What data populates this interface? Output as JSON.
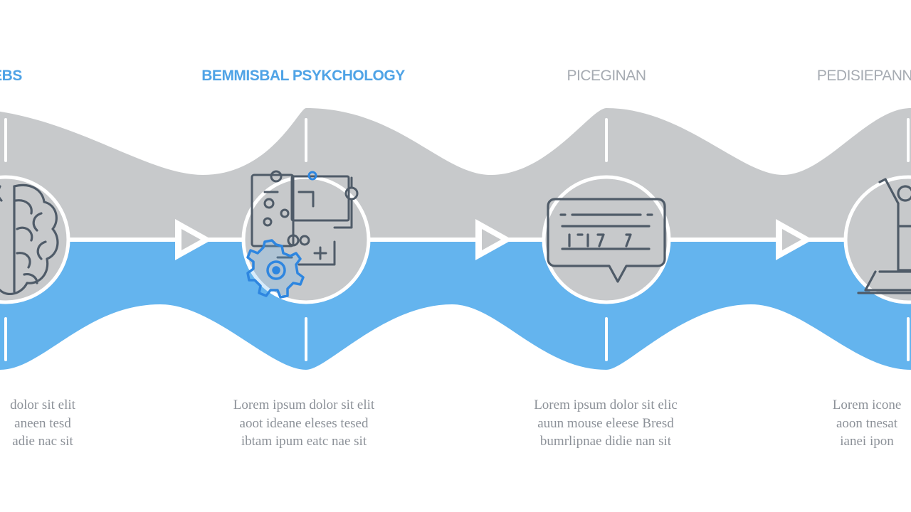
{
  "colors": {
    "gray_band": "#c7c9cb",
    "blue_band": "#64b4ee",
    "node_fill": "#c7c9cb",
    "icon_stroke": "#4f5b68",
    "accent_blue": "#2e86e0",
    "heading_blue": "#4fa3e6",
    "heading_gray": "#a6abb2",
    "caption_text": "#8c9198"
  },
  "steps": [
    {
      "heading": "EBS",
      "icon": "brain-icon",
      "caption": [
        "dolor sit elit",
        "aneen tesd",
        "adie nac sit"
      ]
    },
    {
      "heading": "BEMMISBAL PSYKCHOLOGY",
      "icon": "circuit-gear-icon",
      "caption": [
        "Lorem ipsum dolor sit elit",
        "aoot ideane eleses tesed",
        "ibtam ipum eatc nae sit"
      ]
    },
    {
      "heading": "PICEGINAN",
      "icon": "speech-bubble-chart-icon",
      "caption": [
        "Lorem ipsum dolor sit elic",
        "auun mouse eleese Bresd",
        "bumrlipnae didie nan sit"
      ]
    },
    {
      "heading": "PEDISIEPANN",
      "icon": "raised-arm-figure-icon",
      "caption": [
        "Lorem icone",
        "aoon tnesat",
        "ianei ipon"
      ]
    }
  ]
}
